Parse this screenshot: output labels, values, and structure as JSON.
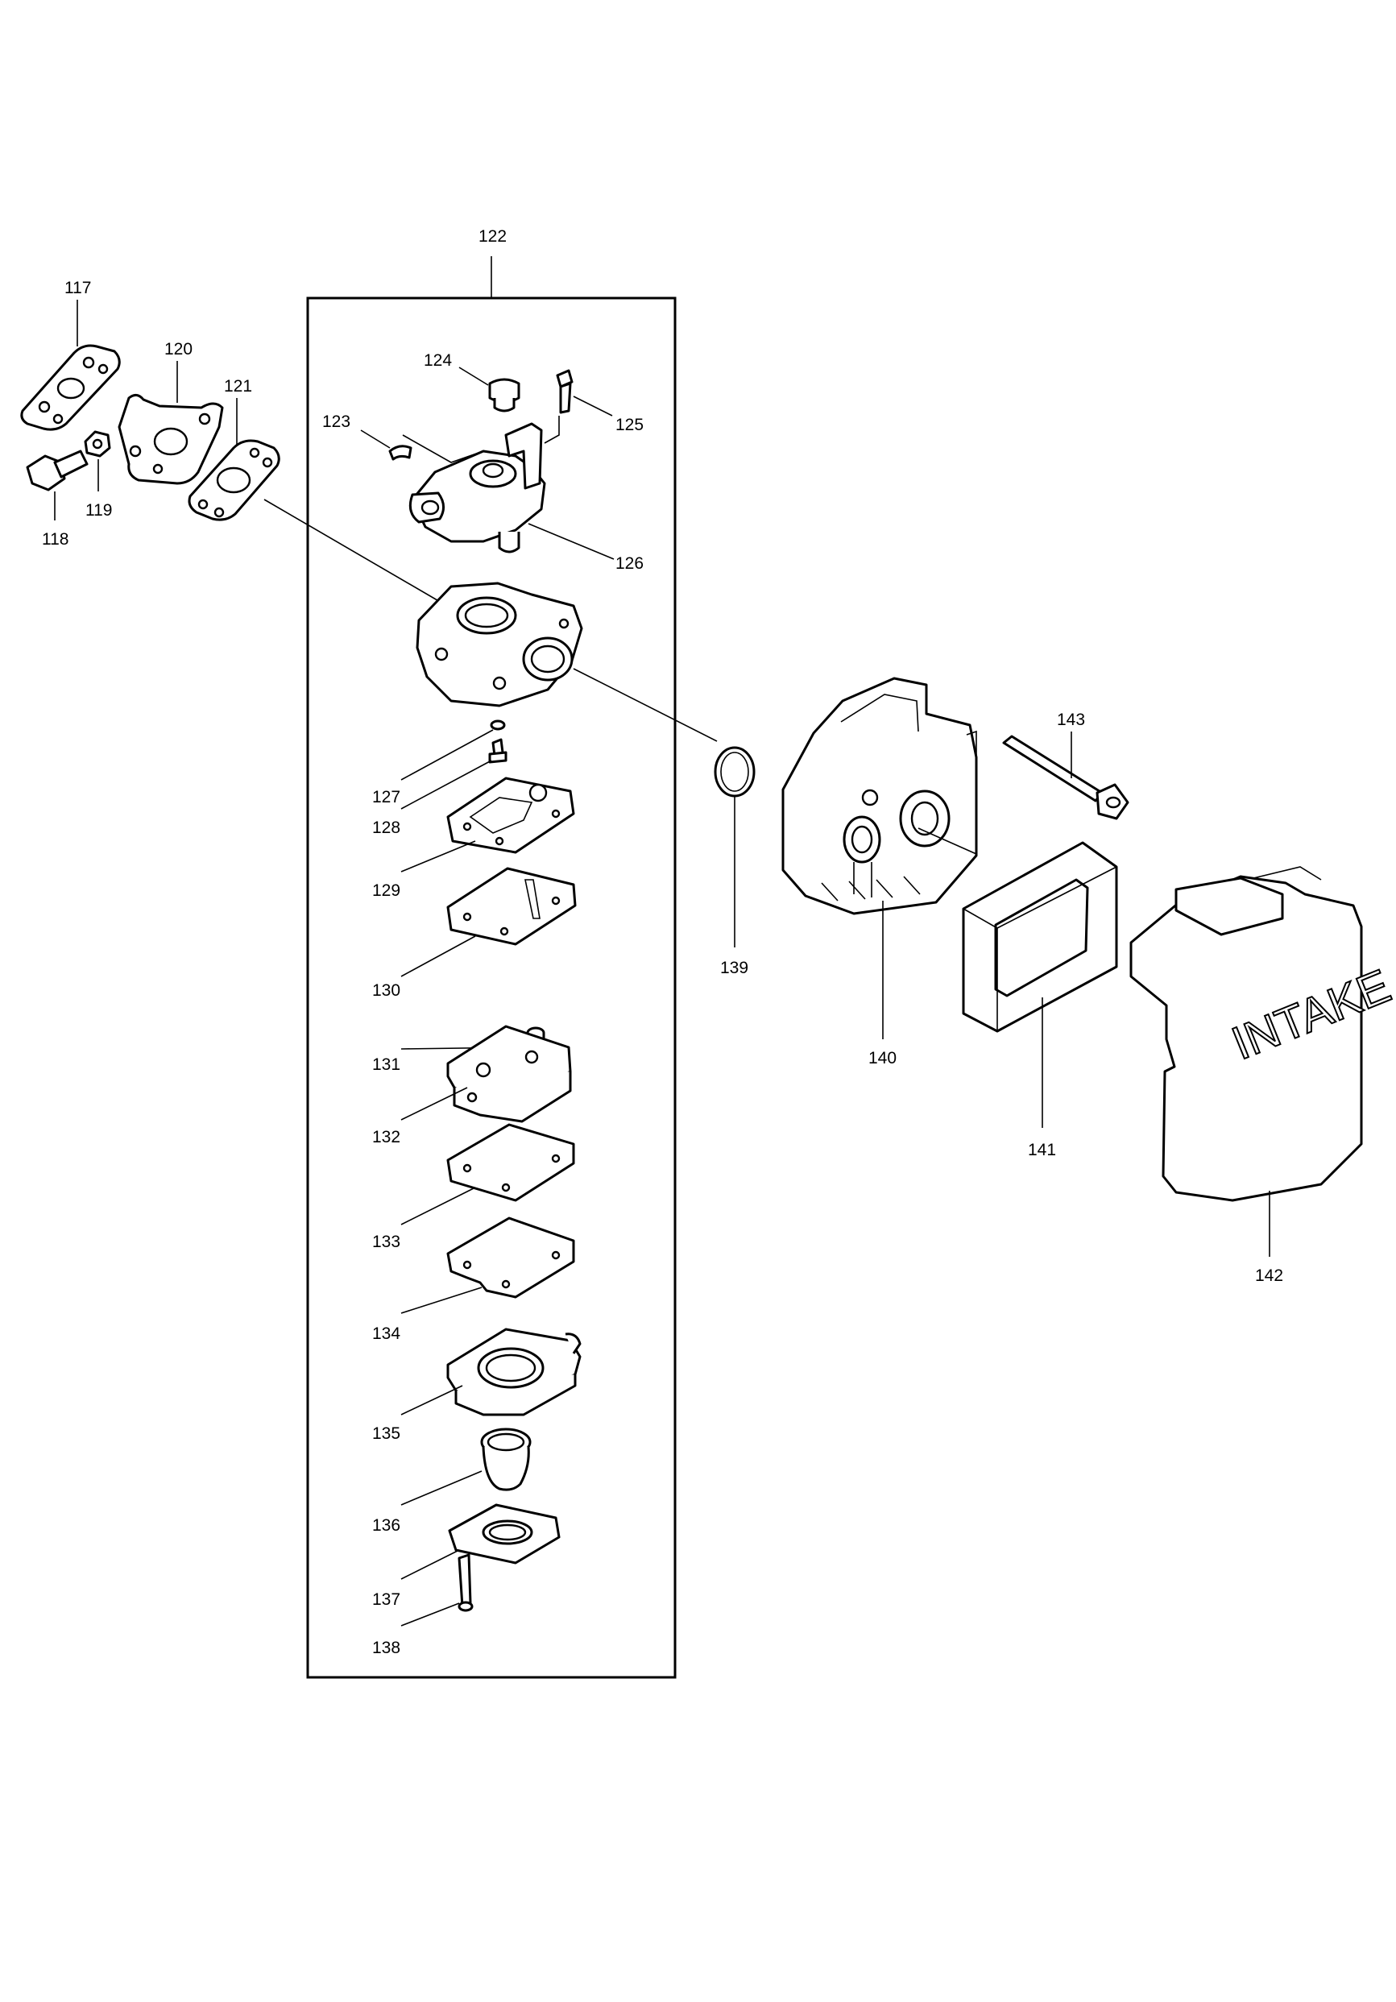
{
  "callouts": {
    "p117": "117",
    "p118": "118",
    "p119": "119",
    "p120": "120",
    "p121": "121",
    "p122": "122",
    "p123": "123",
    "p124": "124",
    "p125": "125",
    "p126": "126",
    "p127": "127",
    "p128": "128",
    "p129": "129",
    "p130": "130",
    "p131": "131",
    "p132": "132",
    "p133": "133",
    "p134": "134",
    "p135": "135",
    "p136": "136",
    "p137": "137",
    "p138": "138",
    "p139": "139",
    "p140": "140",
    "p141": "141",
    "p142": "142",
    "p143": "143"
  },
  "cover_text": "INTAKE"
}
